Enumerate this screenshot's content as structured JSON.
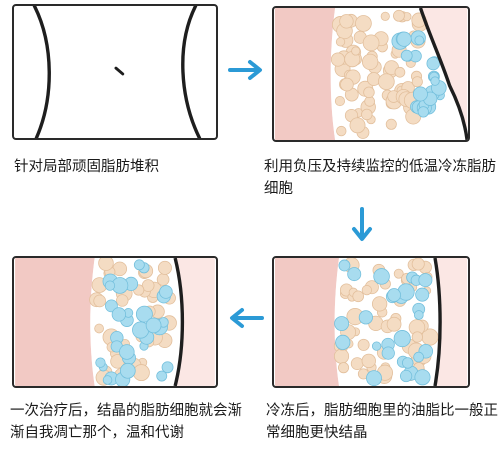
{
  "colors": {
    "skin": "#f2c9c4",
    "skin_edge": "#e7aaa5",
    "fat": "#f4dcc3",
    "fat_shade": "#e2bf9c",
    "cold": "#a8dcef",
    "cold_shade": "#73bfdc",
    "arrow": "#2b9ad6",
    "outline": "#1e1e1e"
  },
  "steps": [
    {
      "caption": "针对局部顽固脂肪堆积"
    },
    {
      "caption": "利用负压及持续监控的低温冷冻脂肪细胞"
    },
    {
      "caption": "冷冻后，脂肪细胞里的油脂比一般正常细胞更快结晶"
    },
    {
      "caption": "一次治疗后，结晶的脂肪细胞就会渐渐自我凋亡那个，温和代谢"
    }
  ],
  "arrows": [
    {
      "direction": "right",
      "icon": "arrow-right-icon"
    },
    {
      "direction": "down",
      "icon": "arrow-down-icon"
    },
    {
      "direction": "left",
      "icon": "arrow-left-icon"
    }
  ]
}
